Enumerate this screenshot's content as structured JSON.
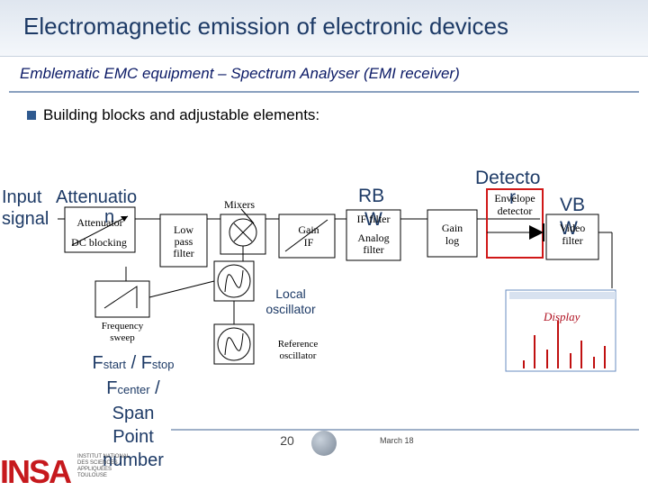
{
  "header": {
    "title": "Electromagnetic emission of electronic devices",
    "subtitle": "Emblematic EMC equipment – Spectrum Analyser (EMI receiver)",
    "bullet": "Building blocks and adjustable elements:"
  },
  "diagram": {
    "input_signal_1": "Input",
    "input_signal_2": "signal",
    "attenuation_1": "Attenuatio",
    "attenuation_2": "n",
    "attenuator": "Attenuator",
    "dc_blocking": "DC blocking",
    "low_pass_1": "Low",
    "low_pass_2": "pass",
    "low_pass_3": "filter",
    "mixers": "Mixers",
    "gain_if_1": "Gain",
    "gain_if_2": "IF",
    "rbw_1": "RB",
    "rbw_2": "W",
    "if_filter_1": "IF filter",
    "if_filter_2": "Analog",
    "if_filter_3": "filter",
    "gain_log_1": "Gain",
    "gain_log_2": "log",
    "detector_1": "Detecto",
    "detector_2": "r",
    "envelope_1": "Envelope",
    "envelope_2": "detector",
    "vbw_1": "VB",
    "vbw_2": "W",
    "video_1": "Video",
    "video_2": "filter",
    "local_osc_1": "Local",
    "local_osc_2": "oscillator",
    "ref_osc_1": "Reference",
    "ref_osc_2": "oscillator",
    "freq_sweep_1": "Frequency",
    "freq_sweep_2": "sweep",
    "display": "Display",
    "fstart_prefix": "F",
    "fstart_sub": "start",
    "slash": " / ",
    "fstop_prefix": "F",
    "fstop_sub": "stop",
    "fcenter_prefix": "F",
    "fcenter_sub": "center",
    "fcenter_suffix": " /",
    "span": "Span",
    "point_1": "Point",
    "point_2": "number"
  },
  "footer": {
    "page": "20",
    "date": "March 18",
    "logo": "INSA",
    "logo_sub_1": "INSTITUT NATIONAL",
    "logo_sub_2": "DES SCIENCES",
    "logo_sub_3": "APPLIQUÉES",
    "logo_sub_4": "TOULOUSE"
  },
  "colors": {
    "title_text": "#1d3a66",
    "subtitle_text": "#0b1a66",
    "detector_highlight": "#d01818",
    "display_label": "#b01020",
    "logo_red": "#c6191d"
  }
}
